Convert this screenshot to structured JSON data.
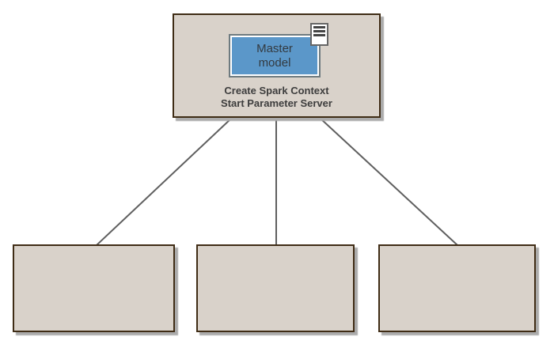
{
  "diagram": {
    "colors": {
      "background": "#ffffff",
      "node_fill": "#d9d2ca",
      "node_border": "#3f2c15",
      "shadow": "#ababab",
      "model_box_fill": "#5b97c9",
      "model_box_border": "#6e7b80",
      "model_box_inner_border": "#ffffff",
      "connector": "#5f5f5f",
      "caption_text": "#3d3d3d",
      "note_icon_border": "#666666",
      "note_icon_lines": "#444444"
    },
    "master_node": {
      "model_label_line1": "Master",
      "model_label_line2": "model",
      "caption_line1": "Create Spark Context",
      "caption_line2": "Start Parameter Server",
      "icon": "note-document-icon"
    },
    "worker_nodes": [
      {
        "label": ""
      },
      {
        "label": ""
      },
      {
        "label": ""
      }
    ]
  }
}
